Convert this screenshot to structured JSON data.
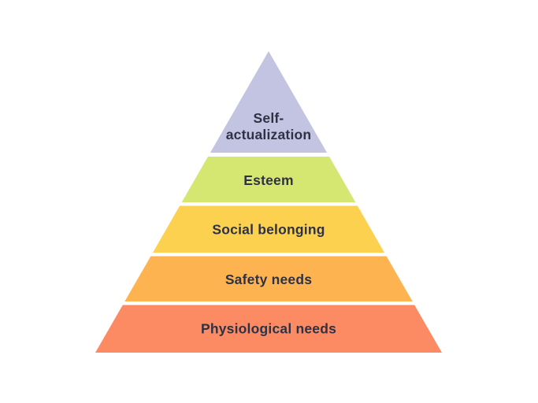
{
  "diagram": {
    "type": "pyramid",
    "background": "#ffffff",
    "text_color": "#2e3244",
    "levels": [
      {
        "rank": 1,
        "position": "top",
        "label": "Self-actualization",
        "line1": "Self-",
        "line2": "actualization",
        "color": "#c2c4e1"
      },
      {
        "rank": 2,
        "label": "Esteem",
        "color": "#d5e671"
      },
      {
        "rank": 3,
        "label": "Social belonging",
        "color": "#fdd150"
      },
      {
        "rank": 4,
        "label": "Safety needs",
        "color": "#fdb450"
      },
      {
        "rank": 5,
        "position": "bottom",
        "label": "Physiological needs",
        "color": "#fc8a63"
      }
    ]
  }
}
